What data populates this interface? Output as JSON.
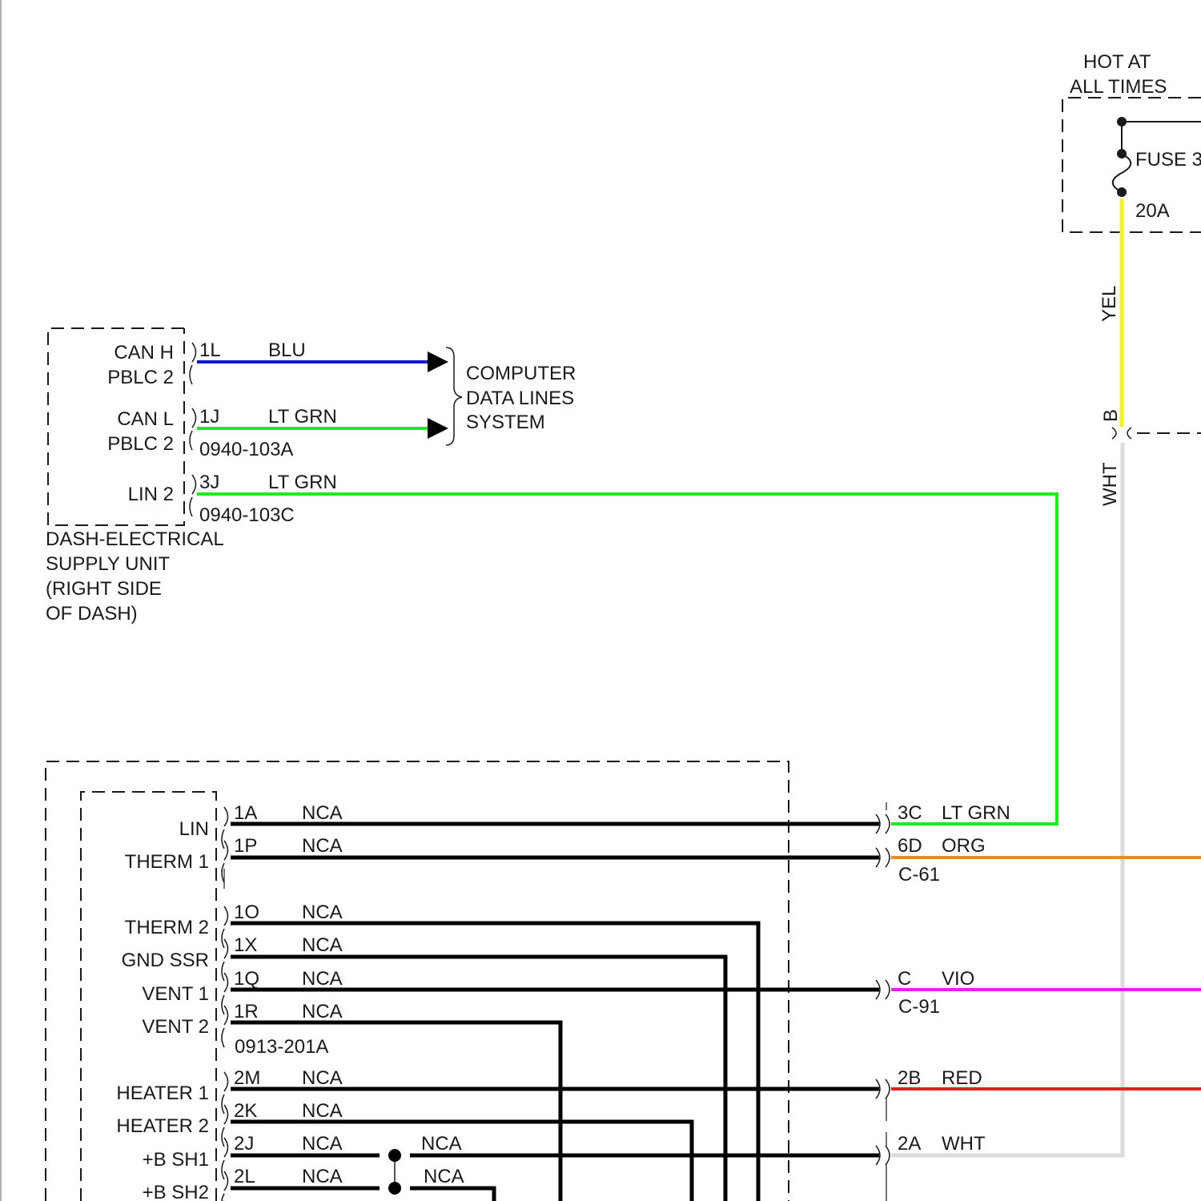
{
  "colors": {
    "blue": "#1414d2",
    "lt_green": "#1aee1a",
    "yellow": "#f2f21e",
    "white_wire": "#dcdcdc",
    "orange": "#ee8c1e",
    "violet": "#e61ee6",
    "red": "#e61e1e",
    "black": "#000000"
  },
  "power": {
    "hot_line1": "HOT AT",
    "hot_line2": "ALL TIMES",
    "fuse_label": "FUSE 3",
    "fuse_rating": "20A",
    "wire_yel": "YEL",
    "conn_b": "B",
    "wire_wht": "WHT"
  },
  "supply_unit": {
    "pins": [
      {
        "name_line1": "CAN H",
        "name_line2": "PBLC 2",
        "pin": "1L",
        "color": "BLU"
      },
      {
        "name_line1": "CAN L",
        "name_line2": "PBLC 2",
        "pin": "1J",
        "color": "LT GRN"
      },
      {
        "name_line1": "LIN 2",
        "pin": "3J",
        "color": "LT GRN"
      }
    ],
    "connector_a": "0940-103A",
    "connector_c": "0940-103C",
    "title_lines": [
      "DASH-ELECTRICAL",
      "SUPPLY UNIT",
      "(RIGHT SIDE",
      "OF DASH)"
    ]
  },
  "data_lines": {
    "lines": [
      "COMPUTER",
      "DATA LINES",
      "SYSTEM"
    ]
  },
  "module": {
    "pins": [
      {
        "name": "LIN",
        "pin": "1A",
        "wire": "NCA"
      },
      {
        "name": "THERM 1",
        "pin": "1P",
        "wire": "NCA"
      },
      {
        "name": "THERM 2",
        "pin": "1O",
        "wire": "NCA"
      },
      {
        "name": "GND SSR",
        "pin": "1X",
        "wire": "NCA"
      },
      {
        "name": "VENT 1",
        "pin": "1Q",
        "wire": "NCA"
      },
      {
        "name": "VENT 2",
        "pin": "1R",
        "wire": "NCA"
      },
      {
        "name": "HEATER 1",
        "pin": "2M",
        "wire": "NCA"
      },
      {
        "name": "HEATER 2",
        "pin": "2K",
        "wire": "NCA"
      },
      {
        "name": "+B SH1",
        "pin": "2J",
        "wire": "NCA",
        "wire2": "NCA"
      },
      {
        "name": "+B SH2",
        "pin": "2L",
        "wire": "NCA",
        "wire2": "NCA"
      }
    ],
    "connector": "0913-201A"
  },
  "right_side": {
    "wires": [
      {
        "pin": "3C",
        "color": "LT GRN"
      },
      {
        "pin": "6D",
        "color": "ORG"
      },
      {
        "pin": "C",
        "color": "VIO"
      },
      {
        "pin": "2B",
        "color": "RED"
      },
      {
        "pin": "2A",
        "color": "WHT"
      }
    ],
    "connector_c61": "C-61",
    "connector_c91": "C-91"
  }
}
